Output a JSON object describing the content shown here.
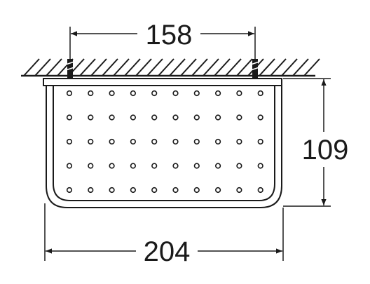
{
  "diagram": {
    "stroke_color": "#1a1a1a",
    "background_color": "#ffffff",
    "dimensions": {
      "top_width": "158",
      "right_height": "109",
      "bottom_width": "204"
    },
    "perforations": {
      "rows": 5,
      "columns": 10
    },
    "mounting_screws": 2
  }
}
